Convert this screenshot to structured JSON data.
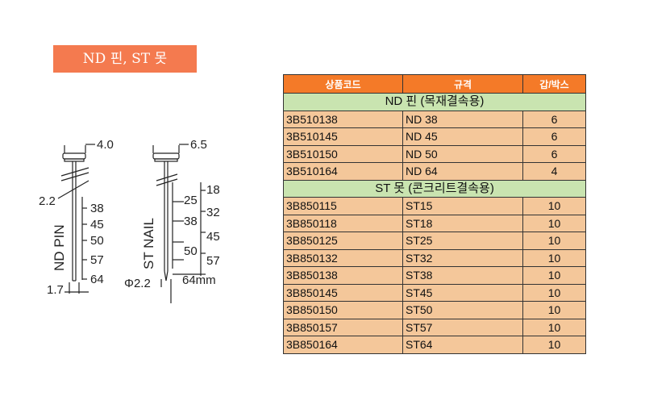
{
  "title": "ND 핀, ST 못",
  "diagram": {
    "nd_pin": {
      "label": "ND PIN",
      "head_width": "4.0",
      "shank_dia": "2.2",
      "bottom_width": "1.7",
      "lengths": [
        "38",
        "45",
        "50",
        "57",
        "64"
      ]
    },
    "st_nail": {
      "label": "ST NAIL",
      "head_width": "6.5",
      "shank_dia": "Φ2.2",
      "lengths_left": [
        "25",
        "38",
        "50"
      ],
      "lengths_right": [
        "18",
        "32",
        "45",
        "57",
        "64mm"
      ]
    }
  },
  "table": {
    "headers": [
      "상품코드",
      "규격",
      "갑/박스"
    ],
    "sections": [
      {
        "title": "ND 핀 (목재결속용)",
        "rows": [
          [
            "3B510138",
            "ND 38",
            "6"
          ],
          [
            "3B510145",
            "ND 45",
            "6"
          ],
          [
            "3B510150",
            "ND 50",
            "6"
          ],
          [
            "3B510164",
            "ND 64",
            "4"
          ]
        ]
      },
      {
        "title": "ST 못 (콘크리트결속용)",
        "rows": [
          [
            "3B850115",
            "ST15",
            "10"
          ],
          [
            "3B850118",
            "ST18",
            "10"
          ],
          [
            "3B850125",
            "ST25",
            "10"
          ],
          [
            "3B850132",
            "ST32",
            "10"
          ],
          [
            "3B850138",
            "ST38",
            "10"
          ],
          [
            "3B850145",
            "ST45",
            "10"
          ],
          [
            "3B850150",
            "ST50",
            "10"
          ],
          [
            "3B850157",
            "ST57",
            "10"
          ],
          [
            "3B850164",
            "ST64",
            "10"
          ]
        ]
      }
    ]
  }
}
